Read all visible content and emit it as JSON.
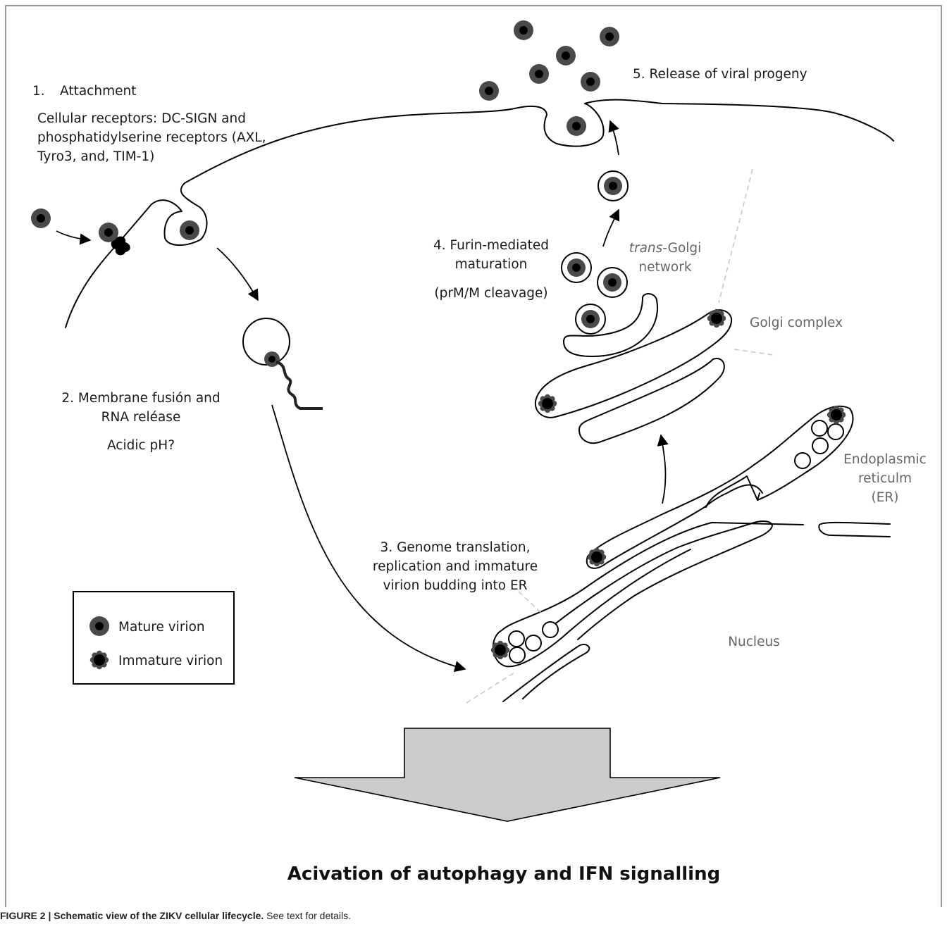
{
  "steps": {
    "attachment_number": "1.",
    "attachment_title": "Attachment",
    "attachment_receptors": [
      "Cellular receptors: DC-SIGN and",
      "phosphatidylserine receptors (AXL,",
      "Tyro3, and, TIM-1)"
    ],
    "fusion": [
      "2. Membrane fusión and",
      "RNA reléase"
    ],
    "fusion_ph": "Acidic pH?",
    "translation": [
      "3. Genome translation,",
      "replication and immature",
      "virion budding into ER"
    ],
    "maturation": [
      "4. Furin-mediated",
      "maturation"
    ],
    "maturation_cleavage": "(prM/M cleavage)",
    "release": "5. Release of viral progeny"
  },
  "organelles": {
    "trans_golgi_italic": "trans",
    "trans_golgi_rest": "-Golgi",
    "trans_golgi_line2": "network",
    "golgi": "Golgi complex",
    "er": [
      "Endoplasmic",
      "reticulm",
      "(ER)"
    ],
    "nucleus": "Nucleus"
  },
  "legend": {
    "mature": "Mature virion",
    "immature": "Immature virion"
  },
  "outcome": "Acivation of autophagy and IFN signalling",
  "caption": {
    "bold": "FIGURE 2 | Schematic view of the ZIKV cellular lifecycle.",
    "rest": " See text for details."
  },
  "colors": {
    "virion_outer": "#4a4a4a",
    "virion_core": "#000000",
    "big_arrow_fill": "#cccccc",
    "grey_label": "#666666"
  }
}
